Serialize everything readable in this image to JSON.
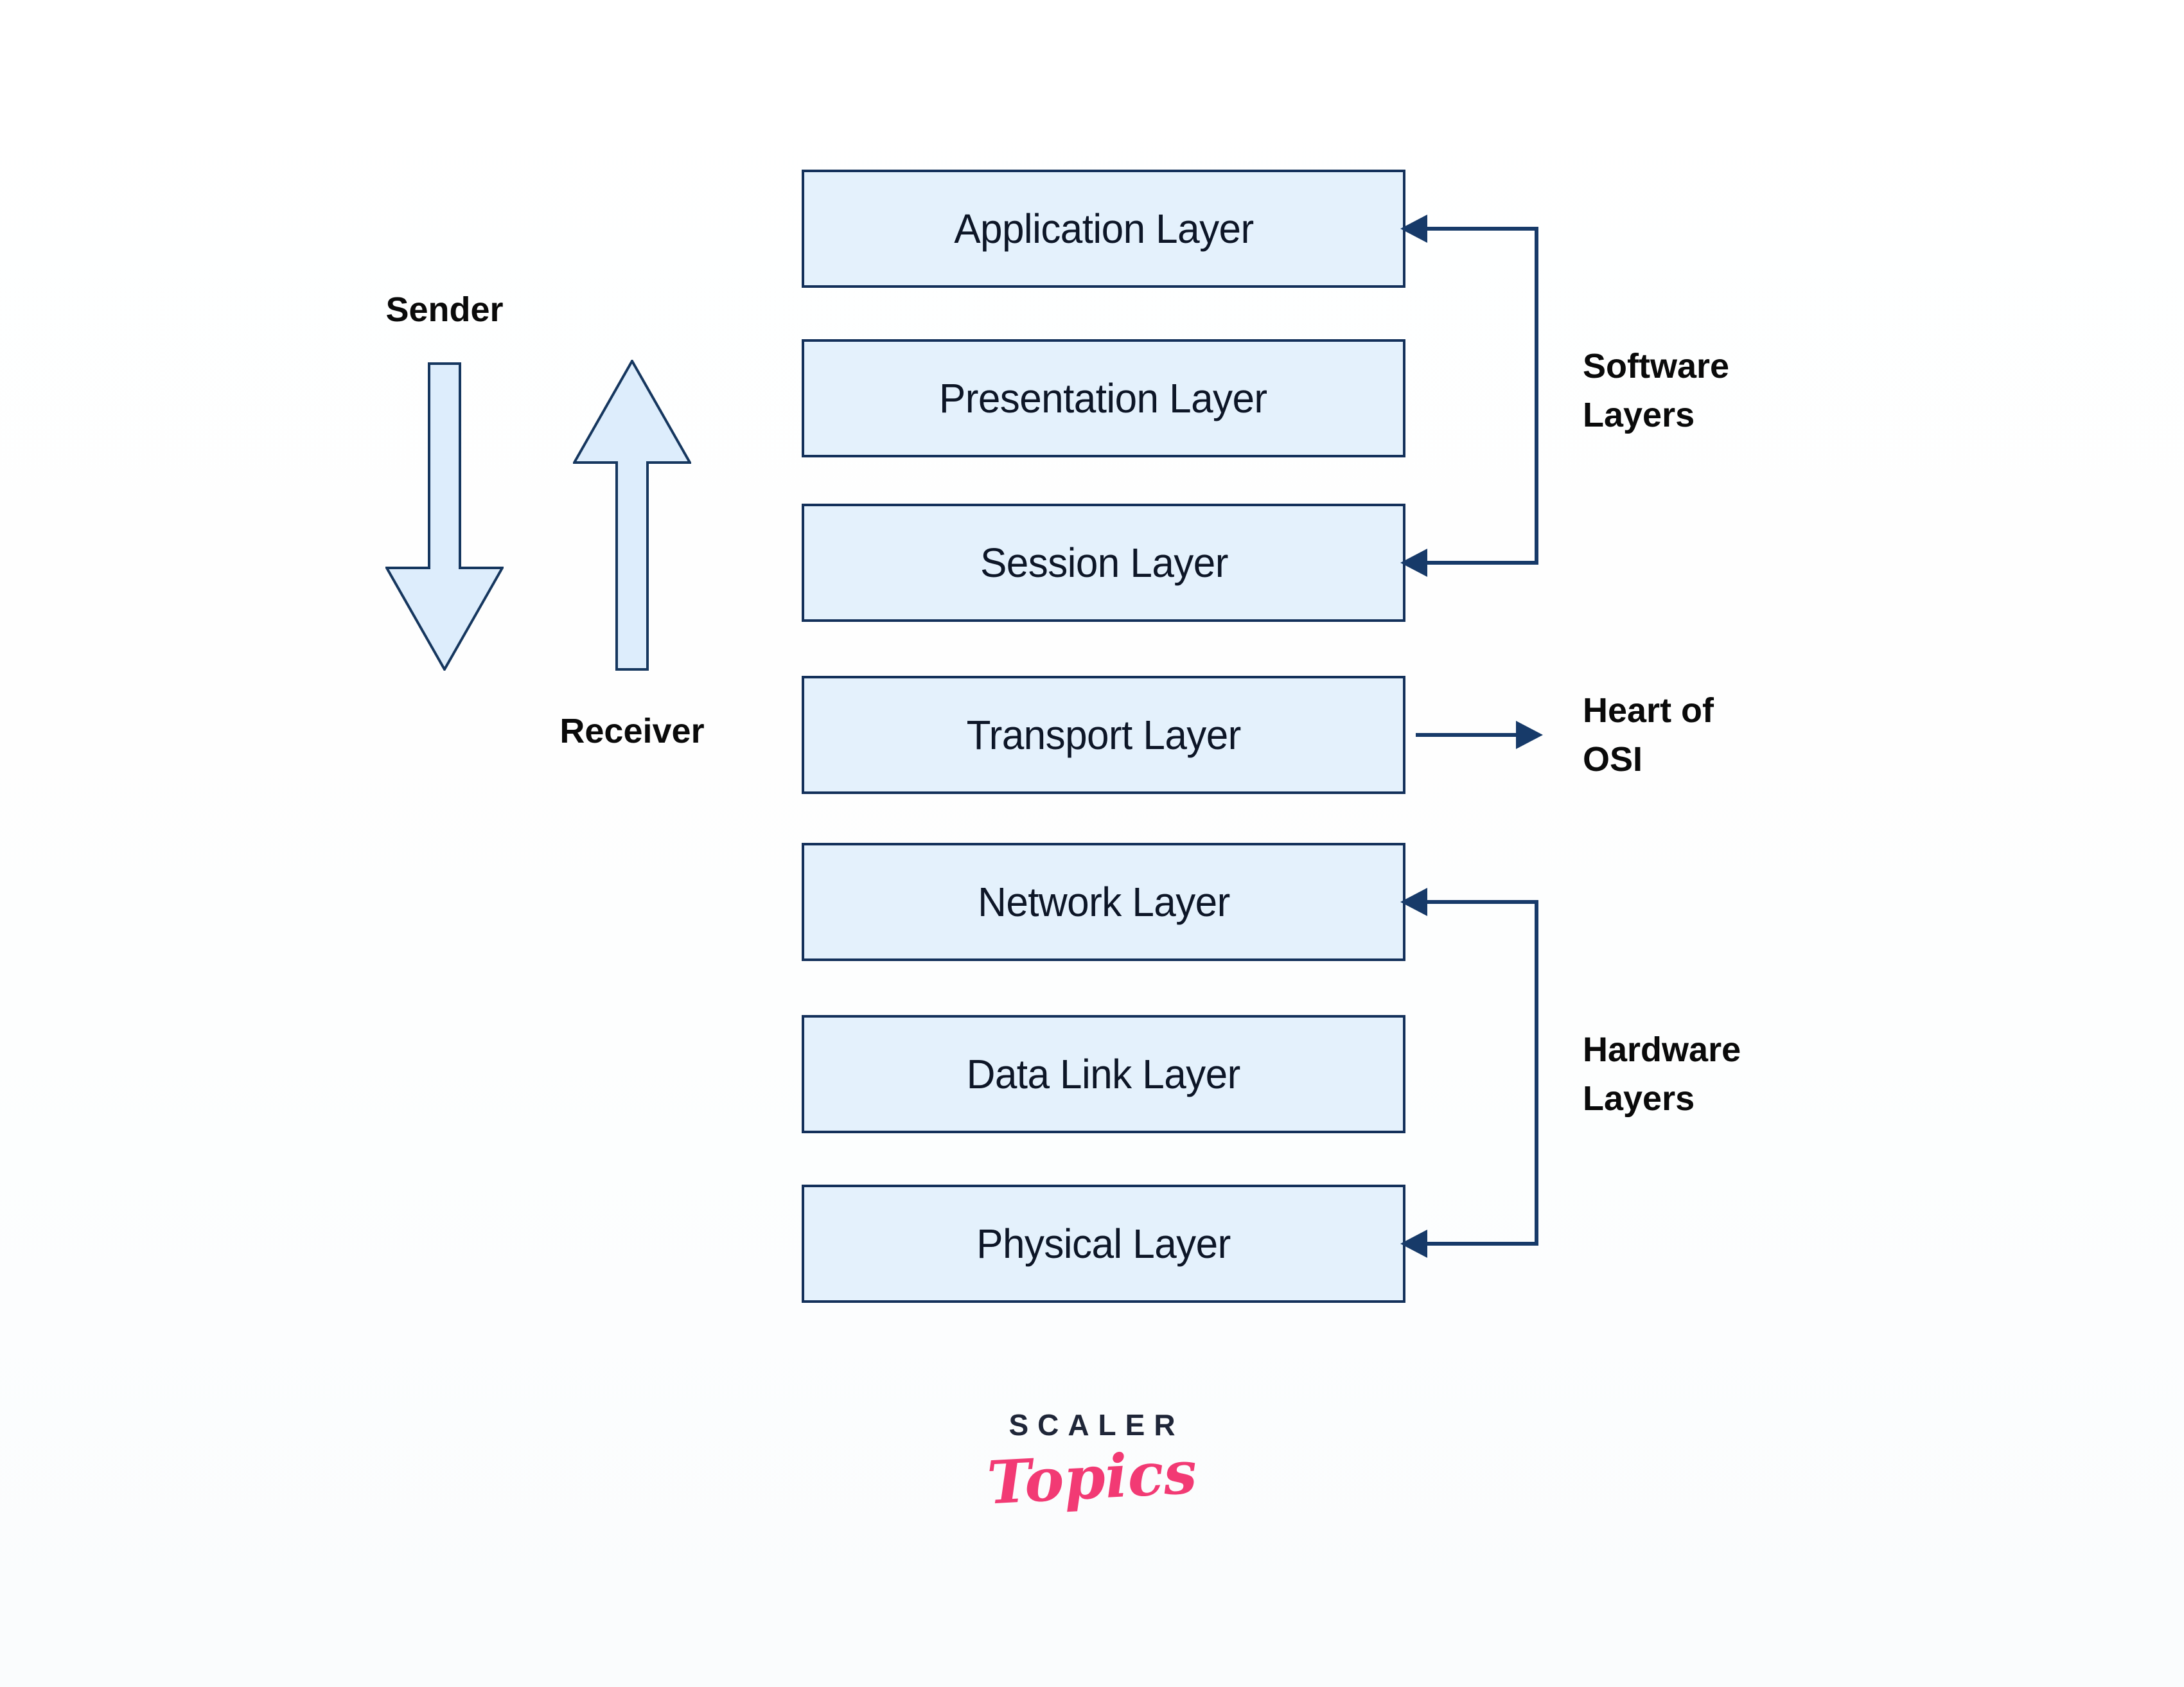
{
  "diagram": {
    "sender_label": "Sender",
    "receiver_label": "Receiver",
    "layers": [
      {
        "label": "Application Layer"
      },
      {
        "label": "Presentation Layer"
      },
      {
        "label": "Session Layer"
      },
      {
        "label": "Transport Layer"
      },
      {
        "label": "Network Layer"
      },
      {
        "label": "Data Link Layer"
      },
      {
        "label": "Physical Layer"
      }
    ],
    "annotations": {
      "software_label": "Software Layers",
      "heart_label": "Heart of OSI",
      "hardware_label": "Hardware Layers"
    },
    "logo": {
      "scaler": "SCALER",
      "topics": "Topics"
    }
  },
  "colors": {
    "box_fill": "#E4F1FC",
    "box_border": "#13305A",
    "box_text": "#0D1627",
    "big_arrow_fill": "#DDEDFC",
    "big_arrow_border": "#16375F",
    "connector": "#173A69",
    "label_text": "#0A0A0A",
    "logo_scaler": "#1F2638",
    "logo_topics": "#F23A74",
    "background": "#FFFFFF"
  }
}
